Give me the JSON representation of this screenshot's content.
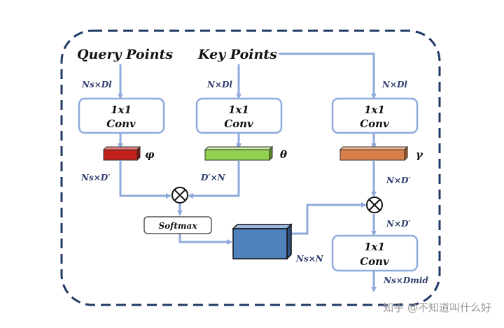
{
  "titles": {
    "query": "Query Points",
    "key": "Key Points"
  },
  "dims": {
    "query_in": "Ns×Dl",
    "key_in": "N×Dl",
    "right_in": "N×Dl",
    "phi_out": "Ns×D′",
    "theta_out": "D′×N",
    "gamma_out": "N×D′",
    "mult_out": "N×D′",
    "attn": "Ns×N",
    "final": "Ns×Dmid"
  },
  "conv": {
    "line1": "1x1",
    "line2": "Conv"
  },
  "greek": {
    "phi": "φ",
    "theta": "θ",
    "gamma": "γ"
  },
  "softmax": "Softmax",
  "watermark": "知乎 @不知道叫什么好",
  "colors": {
    "arrow": "#8faadc",
    "frame": "#1f3864",
    "phi_bar": "#c0201a",
    "theta_bar": "#92d050",
    "gamma_bar": "#d9804a",
    "matrix": "#4f81bd"
  }
}
